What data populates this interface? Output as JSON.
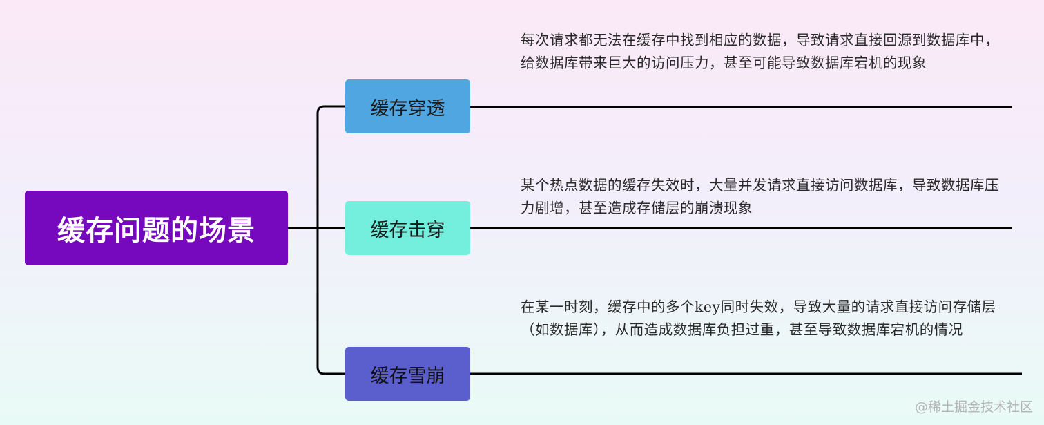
{
  "root": {
    "label": "缓存问题的场景",
    "color": "#7608bd"
  },
  "branches": [
    {
      "label": "缓存穿透",
      "color": "#4fa6e0",
      "description": "每次请求都无法在缓存中找到相应的数据，导致请求直接回源到数据库中，给数据库带来巨大的访问压力，甚至可能导致数据库宕机的现象"
    },
    {
      "label": "缓存击穿",
      "color": "#74efdd",
      "description": "某个热点数据的缓存失效时，大量并发请求直接访问数据库，导致数据库压力剧增，甚至造成存储层的崩溃现象"
    },
    {
      "label": "缓存雪崩",
      "color": "#5b5fcd",
      "description": "在某一时刻，缓存中的多个key同时失效，导致大量的请求直接访问存储层（如数据库），从而造成数据库负担过重，甚至导致数据库宕机的情况"
    }
  ],
  "watermark": "@稀土掘金技术社区"
}
